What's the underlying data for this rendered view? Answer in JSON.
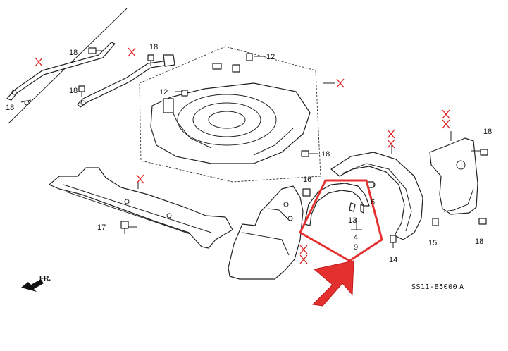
{
  "diagram": {
    "code": "SS11-B5000",
    "code_suffix": "A",
    "direction_label": "FR.",
    "part_numbers": {
      "n18a": "18",
      "n18b": "18",
      "n18c": "18",
      "n18d": "18",
      "n18e": "18",
      "n18f": "18",
      "n12a": "12",
      "n12b": "12",
      "n16": "16",
      "n6": "6",
      "n13": "13",
      "n4": "4",
      "n9": "9",
      "n17": "17",
      "n14": "14",
      "n15": "15"
    },
    "highlight_color": "#e53030",
    "mark_color": "#e02020"
  }
}
